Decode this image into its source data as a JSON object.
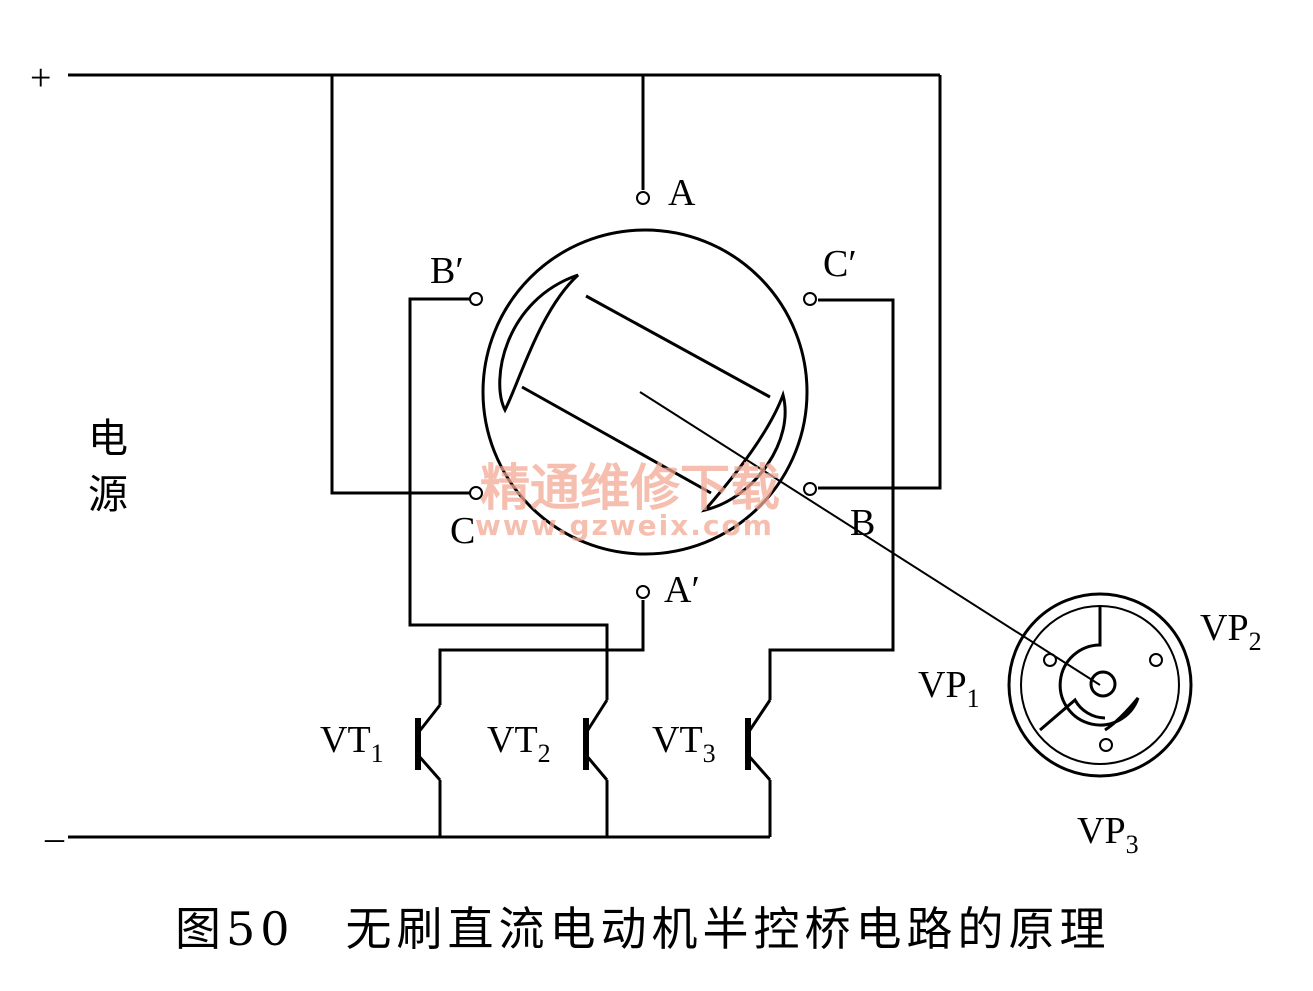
{
  "terminals": {
    "plus": "+",
    "minus": "–",
    "a": "A",
    "a_prime": "A′",
    "b": "B",
    "b_prime": "B′",
    "c": "C",
    "c_prime": "C′"
  },
  "power_label": [
    "电",
    "源"
  ],
  "transistors": [
    {
      "base": "VT",
      "sub": "1"
    },
    {
      "base": "VT",
      "sub": "2"
    },
    {
      "base": "VT",
      "sub": "3"
    }
  ],
  "position_sensors": [
    {
      "base": "VP",
      "sub": "1"
    },
    {
      "base": "VP",
      "sub": "2"
    },
    {
      "base": "VP",
      "sub": "3"
    }
  ],
  "caption": "图50　无刷直流电动机半控桥电路的原理",
  "watermark": {
    "line1": "精通维修下载",
    "line2": "www.gzweix.com"
  }
}
